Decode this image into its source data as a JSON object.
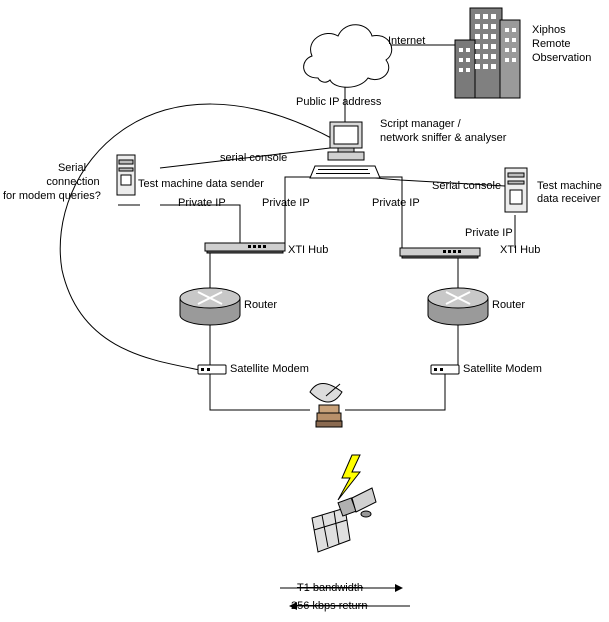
{
  "labels": {
    "internet": "Internet",
    "remote_line1": "Xiphos",
    "remote_line2": "Remote",
    "remote_line3": "Observation",
    "public_ip": "Public IP address",
    "script_manager_line1": "Script manager /",
    "script_manager_line2": "network sniffer & analyser",
    "serial_console_left": "serial console",
    "serial_conn_line1": "Serial",
    "serial_conn_line2": "connection",
    "serial_conn_line3": "for modem queries?",
    "test_sender": "Test machine data sender",
    "private_ip_1": "Private IP",
    "private_ip_2": "Private IP",
    "private_ip_3": "Private IP",
    "serial_console_right": "Serial console",
    "test_receiver_line1": "Test machine",
    "test_receiver_line2": "data receiver",
    "private_ip_4": "Private IP",
    "xti_hub_left": "XTI Hub",
    "xti_hub_right": "XTI Hub",
    "router_left": "Router",
    "router_right": "Router",
    "sat_modem_left": "Satellite Modem",
    "sat_modem_right": "Satellite Modem",
    "t1_bandwidth": "T1 bandwidth",
    "return_link": "256 kbps return"
  },
  "icons": {
    "cloud": "cloud-icon",
    "building": "building-icon",
    "workstation": "workstation-icon",
    "server": "server-tower-icon",
    "hub": "network-hub-icon",
    "router": "router-icon",
    "modem": "modem-icon",
    "dish": "satellite-dish-icon",
    "satellite": "satellite-icon",
    "lightning": "lightning-bolt-icon"
  },
  "colors": {
    "line": "#000000",
    "building": "#808080",
    "window": "#ffffff",
    "router_top": "#c8c8c8",
    "router_side": "#9a9a9a",
    "bolt": "#ffff00"
  }
}
